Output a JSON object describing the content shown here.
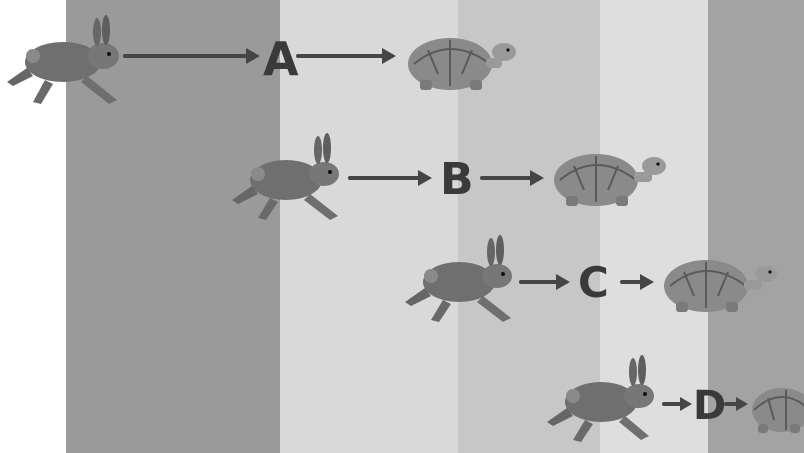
{
  "rows": [
    {
      "label": "A"
    },
    {
      "label": "B"
    },
    {
      "label": "C"
    },
    {
      "label": "D"
    }
  ],
  "colors": {
    "band_white": "#ffffff",
    "band_dark": "#9a9a9a",
    "band_light": "#d9d9d9",
    "band_mid": "#c7c7c7",
    "band_lighter": "#dedede",
    "band_right": "#a3a3a3",
    "arrow": "#454545",
    "rabbit": "#6f6f6f",
    "tortoise_shell": "#8a8a8a"
  },
  "icons": [
    "rabbit-icon",
    "tortoise-icon",
    "arrow-icon"
  ]
}
